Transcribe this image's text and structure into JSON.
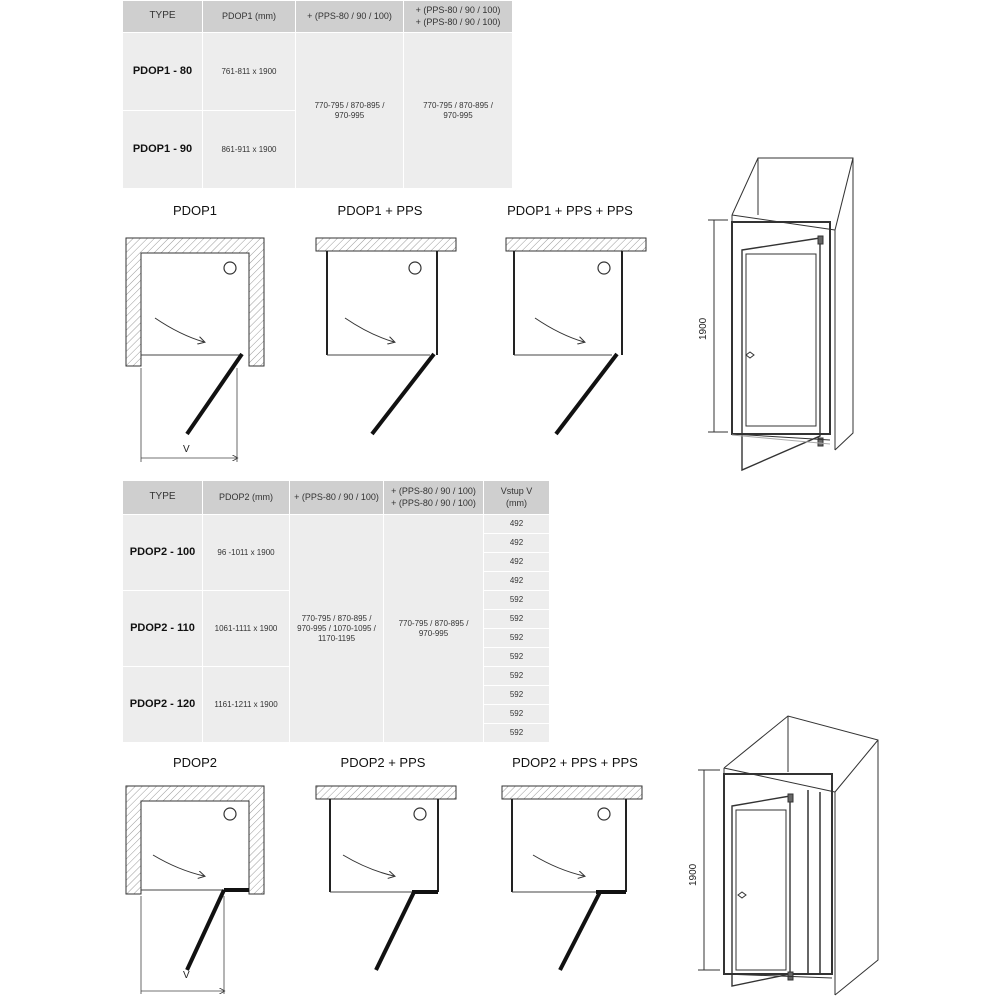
{
  "table1": {
    "headers": [
      "TYPE",
      "PDOP1  (mm)",
      "+ (PPS-80 / 90 / 100)",
      "+ (PPS-80 / 90 / 100)",
      "+ (PPS-80 / 90 / 100)"
    ],
    "rows": [
      {
        "type": "PDOP1 - 80",
        "size": "761-811 x 1900"
      },
      {
        "type": "PDOP1 - 90",
        "size": "861-911 x 1900"
      }
    ],
    "pps1": [
      "770-795 / 870-895 /",
      "970-995"
    ],
    "pps2": [
      "770-795 / 870-895 /",
      "970-995"
    ]
  },
  "section1": {
    "titles": [
      "PDOP1",
      "PDOP1 + PPS",
      "PDOP1 + PPS + PPS"
    ],
    "dim_v": "V",
    "height": "1900"
  },
  "table2": {
    "headers": [
      "TYPE",
      "PDOP2  (mm)",
      "+ (PPS-80 / 90 / 100)",
      "+ (PPS-80 / 90 / 100)",
      "+ (PPS-80 / 90 / 100)",
      "Vstup V",
      "(mm)"
    ],
    "rows": [
      {
        "type": "PDOP2 - 100",
        "size": "96 -1011 x 1900"
      },
      {
        "type": "PDOP2 - 110",
        "size": "1061-1111 x 1900"
      },
      {
        "type": "PDOP2 - 120",
        "size": "1161-1211 x 1900"
      }
    ],
    "pps1": [
      "770-795 / 870-895 /",
      "970-995 / 1070-1095 /",
      "1170-1195"
    ],
    "pps2": [
      "770-795 / 870-895 /",
      "970-995"
    ],
    "vstup": [
      "492",
      "492",
      "492",
      "492",
      "592",
      "592",
      "592",
      "592",
      "592",
      "592",
      "592",
      "592"
    ]
  },
  "section2": {
    "titles": [
      "PDOP2",
      "PDOP2 + PPS",
      "PDOP2 + PPS + PPS"
    ],
    "dim_v": "V",
    "height": "1900"
  }
}
